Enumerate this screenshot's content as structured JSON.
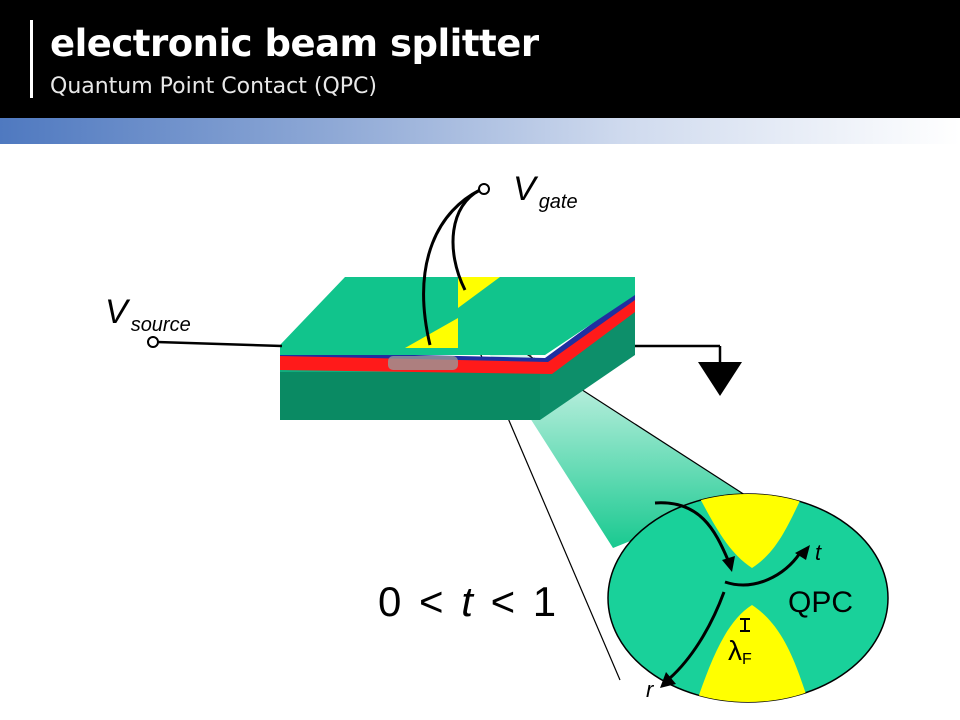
{
  "header": {
    "title": "electronic beam splitter",
    "subtitle": "Quantum Point Contact (QPC)"
  },
  "diagram": {
    "v_gate": {
      "symbol": "V",
      "subscript": "gate"
    },
    "v_source": {
      "symbol": "V",
      "subscript": "source"
    },
    "transmission_label": "t",
    "reflection_label": "r",
    "qpc_label": "QPC",
    "fermi_wavelength": {
      "symbol": "λ",
      "subscript": "F"
    },
    "inequality": {
      "left": "0",
      "op1": "<",
      "var": "t",
      "op2": "<",
      "right": "1"
    }
  },
  "colors": {
    "substrate_top": "#11c48c",
    "substrate_side": "#0d8f6a",
    "substrate_front": "#0fae7e",
    "electron_gas": "#ff1a1a",
    "blue_layer": "#1f2fa0",
    "gate_metal": "#ffff00",
    "qpc_disk": "#19d19a"
  }
}
